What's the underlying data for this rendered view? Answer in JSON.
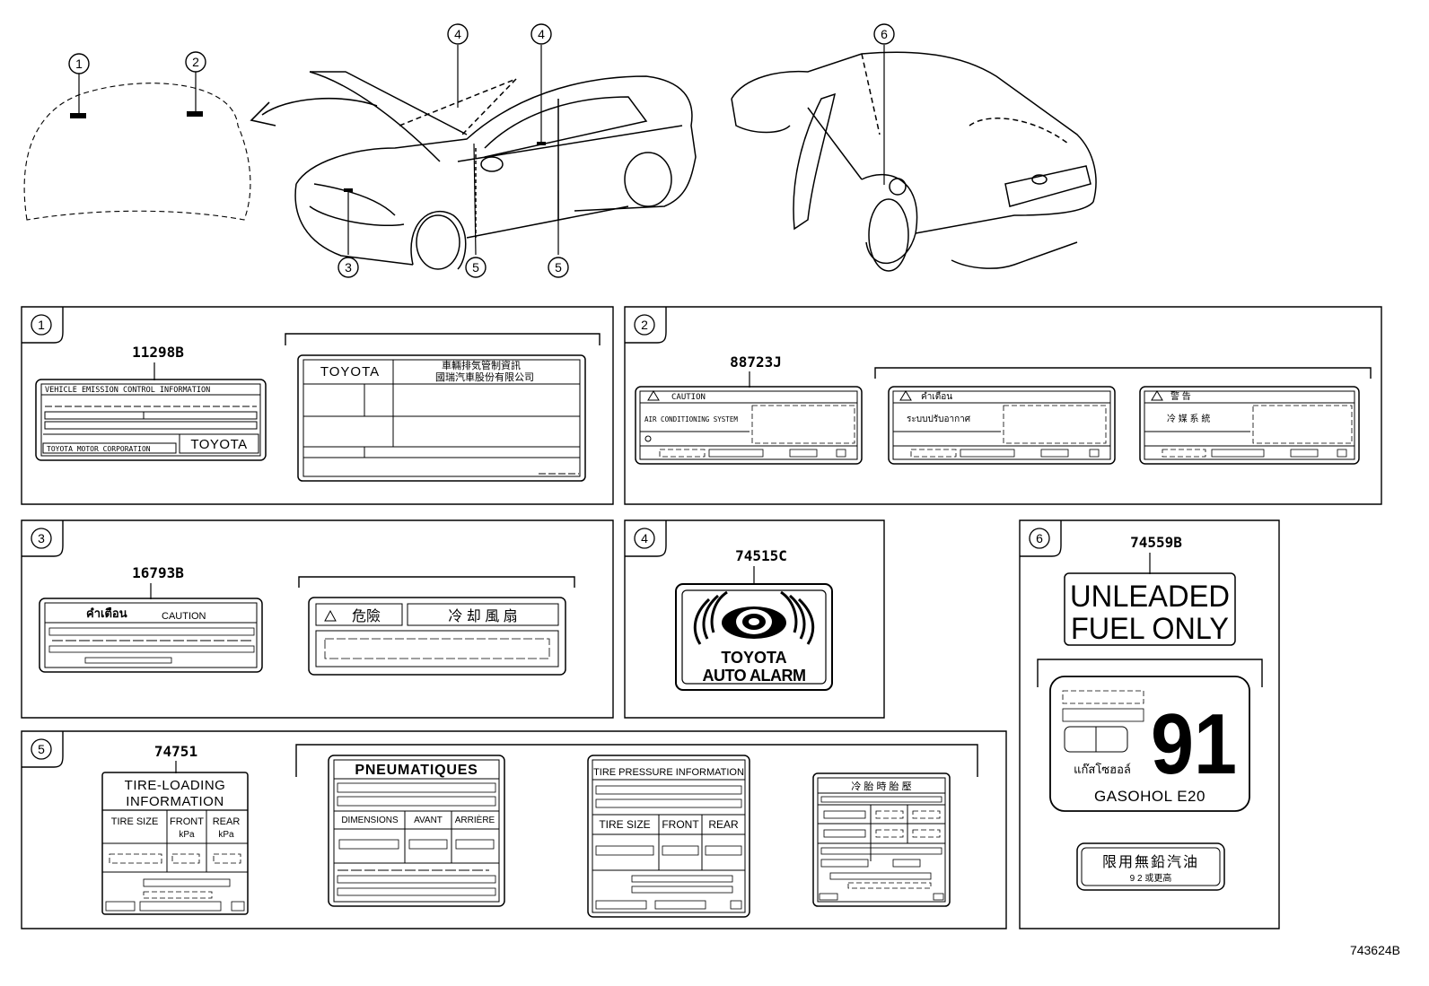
{
  "callouts": [
    "1",
    "2",
    "3",
    "4",
    "5",
    "6"
  ],
  "figure_id": "743624B",
  "panel1": {
    "num": "1",
    "part_no": "11298B",
    "label_a": {
      "line1": "VEHICLE EMISSION CONTROL INFORMATION",
      "maker": "TOYOTA MOTOR CORPORATION",
      "brand": "TOYOTA"
    },
    "label_b": {
      "brand": "TOYOTA",
      "cn1": "車輛排気管制資訊",
      "cn2": "國瑞汽車股份有限公司"
    }
  },
  "panel2": {
    "num": "2",
    "part_no": "88723J",
    "label_a": {
      "head": "CAUTION",
      "system": "AIR CONDITIONING SYSTEM"
    },
    "label_b": {
      "head": "คำเตือน",
      "system": "ระบบปรับอากาศ"
    },
    "label_c": {
      "head": "警 告",
      "system": "冷 媒 系 統"
    }
  },
  "panel3": {
    "num": "3",
    "part_no": "16793B",
    "label_a": {
      "thai": "คำเตือน",
      "caution": "CAUTION"
    },
    "label_b": {
      "danger": "危險",
      "fan": "冷 却 風 扇"
    }
  },
  "panel4": {
    "num": "4",
    "part_no": "74515C",
    "line1": "TOYOTA",
    "line2": "AUTO ALARM"
  },
  "panel5": {
    "num": "5",
    "part_no": "74751",
    "tire_loading": {
      "title1": "TIRE-LOADING",
      "title2": "INFORMATION",
      "col1": "TIRE SIZE",
      "col2": "FRONT",
      "col3": "REAR",
      "unit": "kPa"
    },
    "pneu": {
      "title": "PNEUMATIQUES",
      "col1": "DIMENSIONS",
      "col2": "AVANT",
      "col3": "ARRIÈRE"
    },
    "tpi": {
      "title": "TIRE PRESSURE INFORMATION",
      "col1": "TIRE SIZE",
      "col2": "FRONT",
      "col3": "REAR"
    },
    "cn": {
      "title": "冷 胎 時 胎 壓"
    }
  },
  "panel6": {
    "num": "6",
    "part_no": "74559B",
    "unleaded1": "UNLEADED",
    "unleaded2": "FUEL ONLY",
    "octane": "91",
    "thai": "แก๊สโซฮอล์",
    "gasohol": "GASOHOL  E20",
    "cn1": "限用無鉛汽油",
    "cn2": "9 2 或更高"
  }
}
